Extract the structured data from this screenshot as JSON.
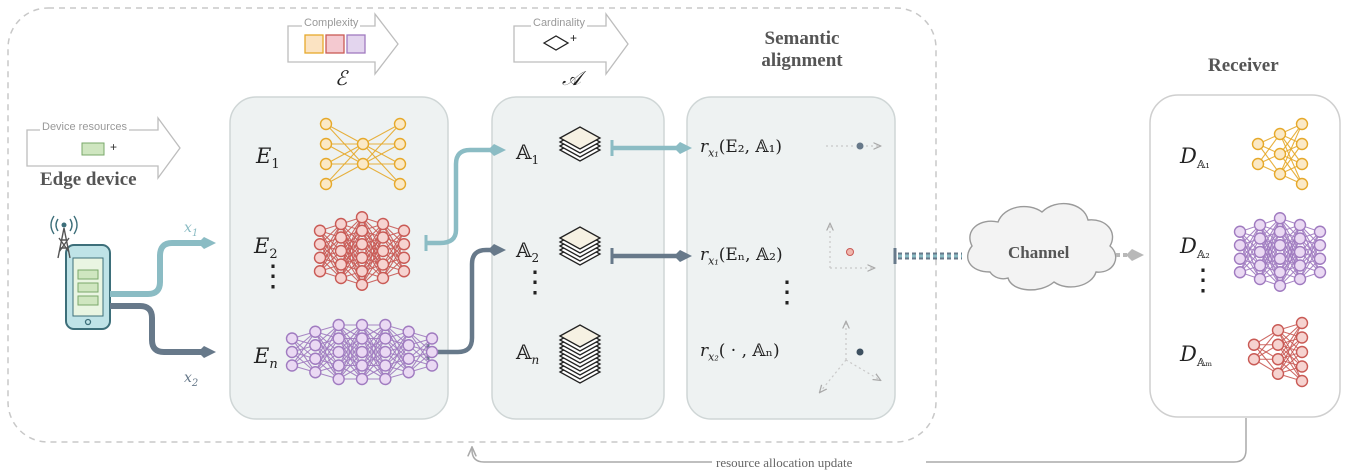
{
  "edge": {
    "resources_label": "Device resources",
    "title": "Edge device",
    "input1": "x",
    "input1_sub": "1",
    "input2": "x",
    "input2_sub": "2"
  },
  "encoders": {
    "complexity_label": "Complexity",
    "symbol": "ℰ",
    "e1": "E",
    "e1_sub": "1",
    "e2": "E",
    "e2_sub": "2",
    "en": "E",
    "en_sub": "n",
    "ellipsis": "⋮"
  },
  "anchors": {
    "cardinality_label": "Cardinality",
    "symbol": "𝒜",
    "a1": "𝔸",
    "a1_sub": "1",
    "a2": "𝔸",
    "a2_sub": "2",
    "an": "𝔸",
    "an_sub": "n",
    "ellipsis": "⋮"
  },
  "alignment": {
    "title_line1": "Semantic",
    "title_line2": "alignment",
    "r1": "r",
    "r1_sub": "x₁",
    "r1_args": "(E₂, 𝔸₁)",
    "r2": "r",
    "r2_sub": "x₁",
    "r2_args": "(Eₙ, 𝔸₂)",
    "r3": "r",
    "r3_sub": "x₂",
    "r3_args": "( · , 𝔸ₙ)",
    "ellipsis": "⋮"
  },
  "channel": {
    "label": "Channel"
  },
  "receiver": {
    "title": "Receiver",
    "d1": "D",
    "d1_sub": "𝔸₁",
    "d2": "D",
    "d2_sub": "𝔸₂",
    "dm": "D",
    "dm_sub": "𝔸ₘ",
    "ellipsis": "⋮"
  },
  "feedback": {
    "label": "resource allocation update"
  },
  "colors": {
    "teal": "#8bbcc4",
    "slate": "#67798a",
    "orange": "#e6a92b",
    "red": "#c95a55",
    "purple": "#a07bc0",
    "panel": "#eef2f2",
    "panel_border": "#cfd6d6"
  }
}
